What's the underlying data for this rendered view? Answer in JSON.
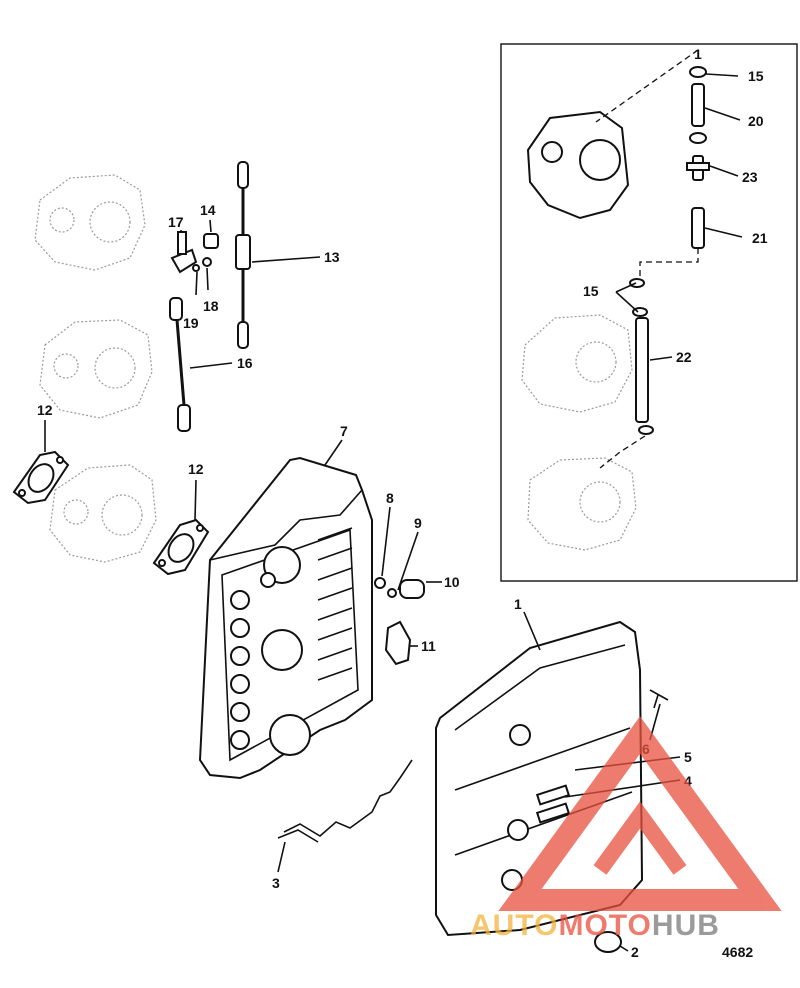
{
  "figure_number": "4682",
  "callouts": {
    "c1a": "1",
    "c1b": "1",
    "c2": "2",
    "c3": "3",
    "c4": "4",
    "c5": "5",
    "c6": "6",
    "c7": "7",
    "c8": "8",
    "c9": "9",
    "c10": "10",
    "c11": "11",
    "c12a": "12",
    "c12b": "12",
    "c13": "13",
    "c14": "14",
    "c15a": "15",
    "c15b": "15",
    "c16": "16",
    "c17": "17",
    "c18": "18",
    "c19": "19",
    "c20": "20",
    "c21": "21",
    "c22": "22",
    "c23": "23"
  },
  "watermark": {
    "auto": "AUTO",
    "moto": "MOTO",
    "hub": "HUB",
    "color_orange": "#f5b23a",
    "color_red": "#e8513f",
    "color_gray": "#7a7a7a"
  }
}
